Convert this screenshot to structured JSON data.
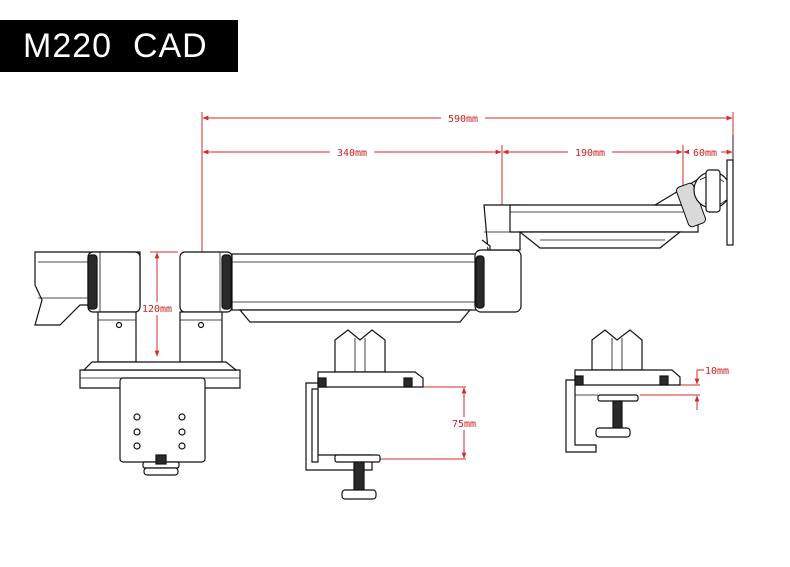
{
  "title": "M220  CAD",
  "colors": {
    "dimension": "#d42a2a",
    "ink": "#111111",
    "title_bg": "#000000",
    "title_fg": "#ffffff"
  },
  "dimensions": {
    "total_reach": "590mm",
    "inner_arm": "340mm",
    "outer_arm": "190mm",
    "head_offset": "60mm",
    "column_height": "120mm",
    "clamp_opening": "75mm",
    "grommet_thickness": "10mm"
  }
}
